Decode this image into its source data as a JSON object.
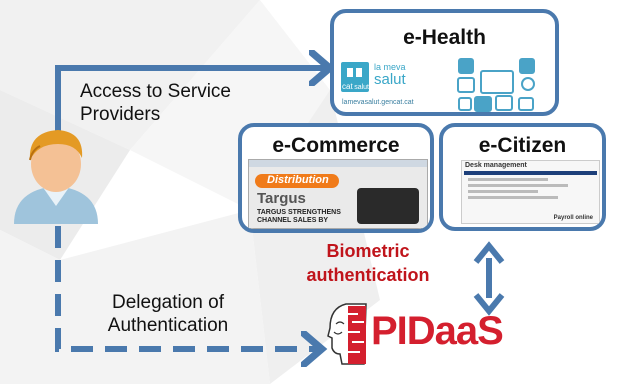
{
  "labels": {
    "access": "Access to Service Providers",
    "delegation": "Delegation of Authentication",
    "biometric": "Biometric authentication"
  },
  "services": {
    "ehealth": {
      "title": "e-Health",
      "brand_left": "cat",
      "brand_small": "salut",
      "brand_right_1": "la meva",
      "brand_right_2": "salut",
      "url": "lamevasalut.gencat.cat"
    },
    "ecommerce": {
      "title": "e-Commerce",
      "banner": "Distribution",
      "brand": "Targus",
      "tagline_1": "TARGUS STRENGTHENS",
      "tagline_2": "CHANNEL SALES BY"
    },
    "ecitizen": {
      "title": "e-Citizen",
      "heading": "Desk management",
      "footer": "Payroll online"
    }
  },
  "pidaas": {
    "label": "PIDaaS"
  },
  "colors": {
    "arrow": "#4a79ad",
    "accent": "#c0141b",
    "pidaas": "#d41f2e",
    "tile": "#4aa3c7"
  }
}
